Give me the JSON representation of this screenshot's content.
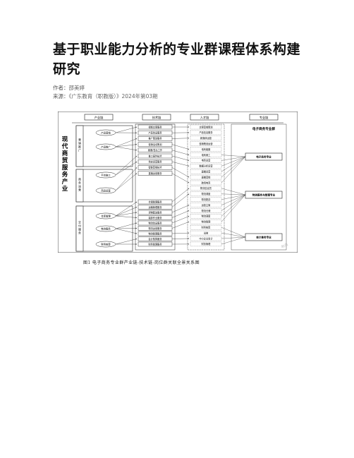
{
  "article": {
    "title": "基于职业能力分析的专业群课程体系构建研究",
    "author_label": "作者：",
    "author": "邵美婷",
    "source_label": "来源：",
    "source": "《广东教育（职教版）》2024年第03期"
  },
  "figure": {
    "caption": "图1   电子商务专业群产业链-技术链-岗位群关联全景关系图",
    "column_headers": [
      "产业链",
      "技术链",
      "人才链",
      "专业链"
    ],
    "industry": "现代商贸服务产业",
    "sections": [
      {
        "label": "营销推广",
        "subs": [
          "产品营销",
          "产品推广"
        ]
      },
      {
        "label": "商务运营",
        "subs": [
          "平台施工",
          "商品运营"
        ]
      },
      {
        "label": "交付服务",
        "subs": [
          "仓库管理",
          "物流服务",
          "财务核算"
        ]
      }
    ],
    "tech": [
      "视频文案服务",
      "产品信息服务",
      "推广策划服务",
      "营销活动策划",
      "客服/售后工作",
      "普工操作技术",
      "供应运营服务",
      "智能营销技术",
      "直播运营服务",
      "仓储管理服务",
      "运输管理服务",
      "货物配送服务",
      "装卸作业服务",
      "物流信息服务",
      "物流运营服务",
      "物流管理服务",
      "会计核算服务",
      "财务管理服务"
    ],
    "talent": [
      "文案营销策划",
      "产品信息服务",
      "新媒体运营",
      "营销策划运营",
      "电商客服",
      "电商美工",
      "电商运营",
      "数据分析运营",
      "直播运营",
      "直播营销",
      "跨境电商",
      "物流信息员",
      "物流调度",
      "物流配送",
      "运营主管",
      "物流仓储",
      "物流调度",
      "物流管理",
      "财务核算",
      "出纳",
      "中小企业会计",
      "财务管理"
    ],
    "majors": [
      "电子商务专业群",
      "电子商务专业",
      "物流服务与管理专业",
      "会计事务专业"
    ],
    "watermark": "布道"
  }
}
